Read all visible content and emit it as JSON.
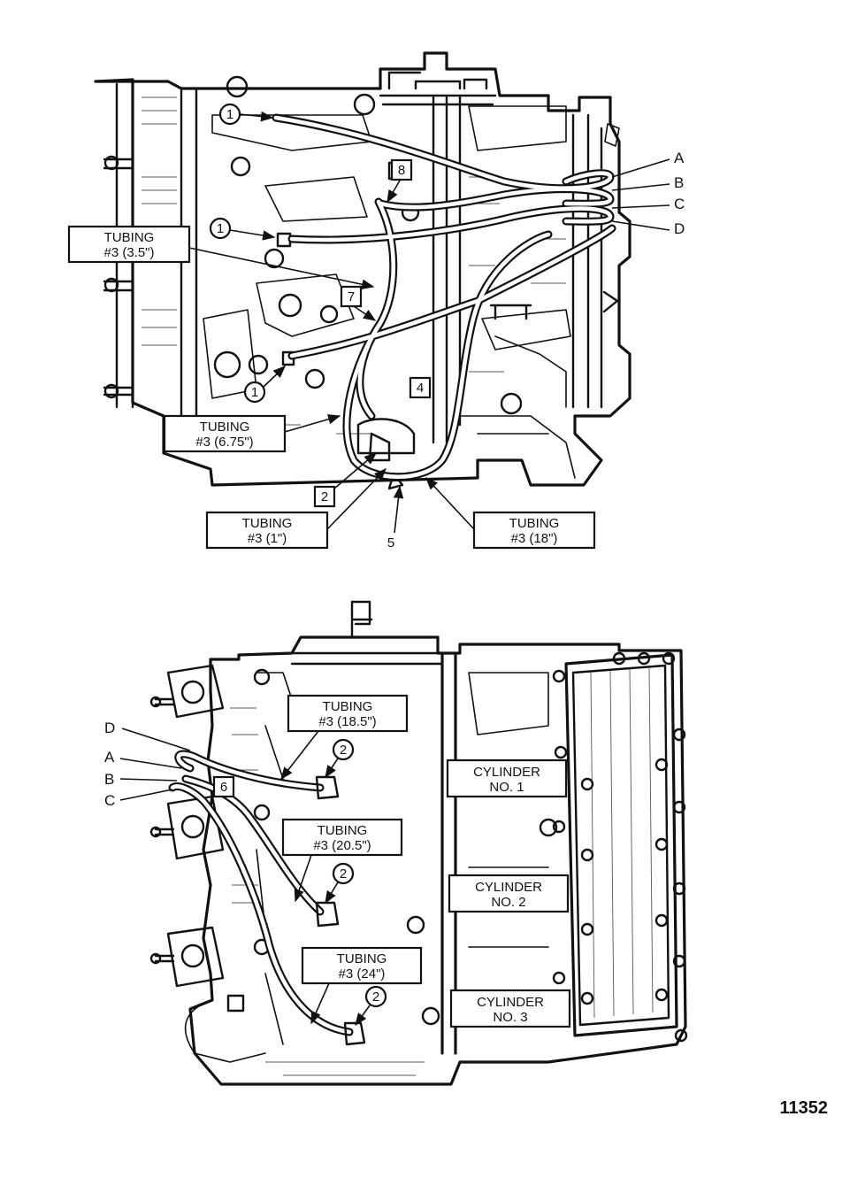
{
  "figure_number": "11352",
  "top_view": {
    "tubing_labels": [
      {
        "line1": "TUBING",
        "line2": "#3 (3.5\")"
      },
      {
        "line1": "TUBING",
        "line2": "#3 (6.75\")"
      },
      {
        "line1": "TUBING",
        "line2": "#3 (1\")"
      },
      {
        "line1": "TUBING",
        "line2": "#3 (18\")"
      }
    ],
    "circle_callouts": [
      "1",
      "1",
      "1"
    ],
    "square_callouts": [
      "8",
      "7",
      "4",
      "2"
    ],
    "plain_callouts": [
      "5"
    ],
    "hose_letters": [
      "A",
      "B",
      "C",
      "D"
    ]
  },
  "bottom_view": {
    "tubing_labels": [
      {
        "line1": "TUBING",
        "line2": "#3 (18.5\")"
      },
      {
        "line1": "TUBING",
        "line2": "#3 (20.5\")"
      },
      {
        "line1": "TUBING",
        "line2": "#3 (24\")"
      }
    ],
    "cylinder_labels": [
      {
        "line1": "CYLINDER",
        "line2": "NO. 1"
      },
      {
        "line1": "CYLINDER",
        "line2": "NO. 2"
      },
      {
        "line1": "CYLINDER",
        "line2": "NO. 3"
      }
    ],
    "circle_callouts": [
      "2",
      "2",
      "2"
    ],
    "square_callouts": [
      "6"
    ],
    "hose_letters": [
      "D",
      "A",
      "B",
      "C"
    ]
  }
}
